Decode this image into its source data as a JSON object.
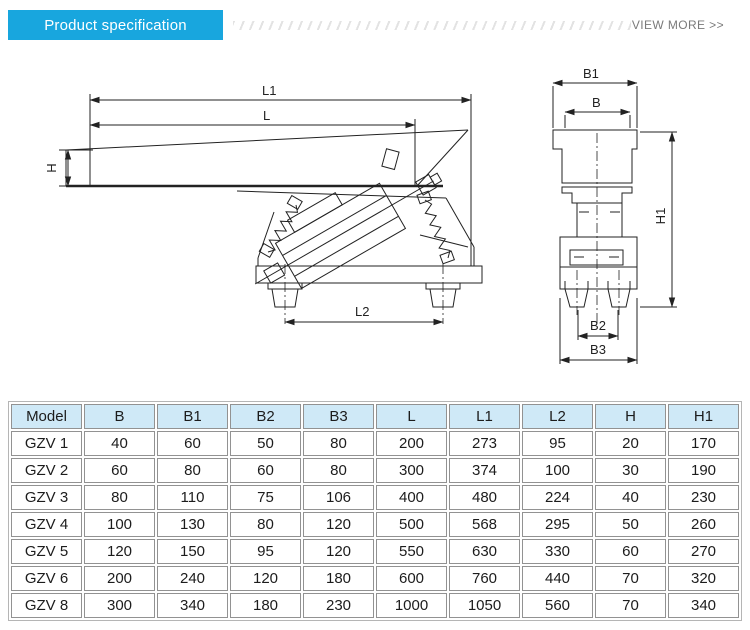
{
  "colors": {
    "accent": "#18a6de",
    "table_header_bg": "#cfe9f7",
    "drawing_line": "#222222",
    "view_more_text": "#7a7a7a"
  },
  "header": {
    "title": "Product specification",
    "view_more": "VIEW MORE >>"
  },
  "diagram": {
    "side_view": {
      "l1": "L1",
      "l": "L",
      "h": "H",
      "l2": "L2"
    },
    "front_view": {
      "b1": "B1",
      "b": "B",
      "h1": "H1",
      "b2": "B2",
      "b3": "B3"
    }
  },
  "table": {
    "columns": [
      "Model",
      "B",
      "B1",
      "B2",
      "B3",
      "L",
      "L1",
      "L2",
      "H",
      "H1"
    ],
    "rows": [
      [
        "GZV 1",
        "40",
        "60",
        "50",
        "80",
        "200",
        "273",
        "95",
        "20",
        "170"
      ],
      [
        "GZV 2",
        "60",
        "80",
        "60",
        "80",
        "300",
        "374",
        "100",
        "30",
        "190"
      ],
      [
        "GZV 3",
        "80",
        "110",
        "75",
        "106",
        "400",
        "480",
        "224",
        "40",
        "230"
      ],
      [
        "GZV 4",
        "100",
        "130",
        "80",
        "120",
        "500",
        "568",
        "295",
        "50",
        "260"
      ],
      [
        "GZV 5",
        "120",
        "150",
        "95",
        "120",
        "550",
        "630",
        "330",
        "60",
        "270"
      ],
      [
        "GZV 6",
        "200",
        "240",
        "120",
        "180",
        "600",
        "760",
        "440",
        "70",
        "320"
      ],
      [
        "GZV 8",
        "300",
        "340",
        "180",
        "230",
        "1000",
        "1050",
        "560",
        "70",
        "340"
      ]
    ]
  }
}
